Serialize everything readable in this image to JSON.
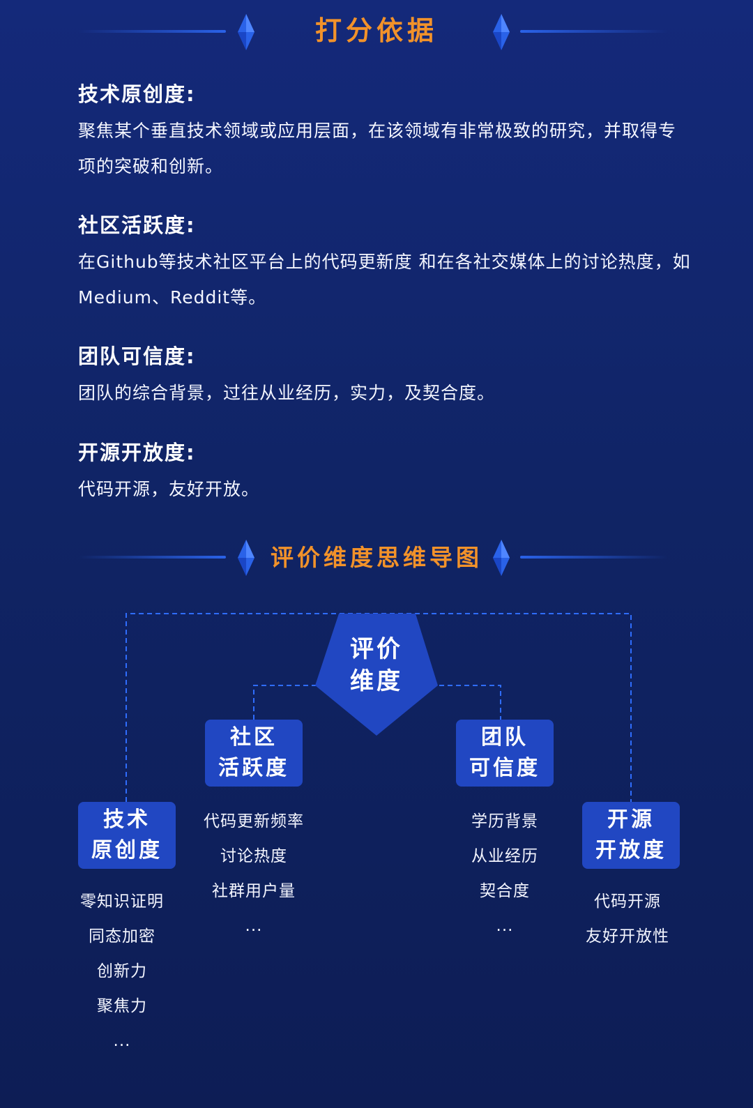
{
  "section1": {
    "title": "打分依据"
  },
  "criteria": [
    {
      "title": "技术原创度:",
      "desc": "聚焦某个垂直技术领域或应用层面，在该领域有非常极致的研究，并取得专项的突破和创新。"
    },
    {
      "title": "社区活跃度:",
      "desc": "在Github等技术社区平台上的代码更新度 和在各社交媒体上的讨论热度，如Medium、Reddit等。"
    },
    {
      "title": "团队可信度:",
      "desc": "团队的综合背景，过往从业经历，实力，及契合度。"
    },
    {
      "title": "开源开放度:",
      "desc": "代码开源，友好开放。"
    }
  ],
  "section2": {
    "title": "评价维度思维导图"
  },
  "mindmap": {
    "center": {
      "line1": "评价",
      "line2": "维度"
    },
    "nodes": [
      {
        "line1": "技术",
        "line2": "原创度",
        "items": [
          "零知识证明",
          "同态加密",
          "创新力",
          "聚焦力",
          "..."
        ]
      },
      {
        "line1": "社区",
        "line2": "活跃度",
        "items": [
          "代码更新频率",
          "讨论热度",
          "社群用户量",
          "..."
        ]
      },
      {
        "line1": "团队",
        "line2": "可信度",
        "items": [
          "学历背景",
          "从业经历",
          "契合度",
          "..."
        ]
      },
      {
        "line1": "开源",
        "line2": "开放度",
        "items": [
          "代码开源",
          "友好开放性"
        ]
      }
    ]
  },
  "colors": {
    "background": "#102465",
    "accent_orange": "#f2922a",
    "node_blue": "#2147c2",
    "line_blue": "#2a62e8"
  }
}
